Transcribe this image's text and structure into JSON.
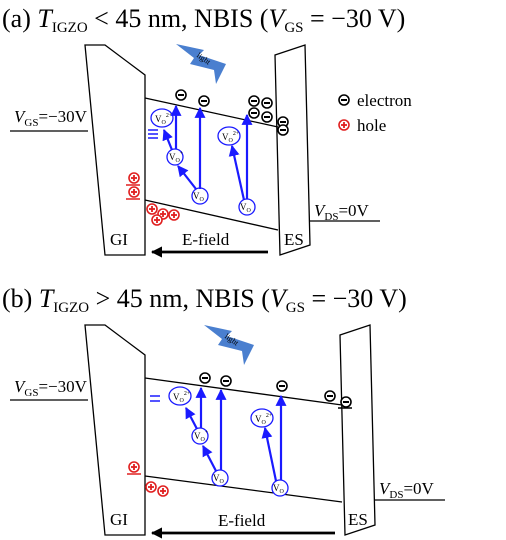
{
  "panels": [
    {
      "id": "a",
      "title": {
        "prefix": "(a) ",
        "t": "T",
        "t_sub": "IGZO",
        "cond": " < 45 nm, NBIS (",
        "v": "V",
        "v_sub": "GS",
        "bias": " = −30 V)"
      },
      "vgs_label": {
        "v": "V",
        "sub": "GS",
        "val": "=−30V"
      },
      "vds_label": {
        "v": "V",
        "sub": "DS",
        "val": "=0V"
      },
      "gi_label": "GI",
      "es_label": "ES",
      "efield_label": "E-field",
      "light_label": "light",
      "legend": {
        "electron": "electron",
        "hole": "hole"
      }
    },
    {
      "id": "b",
      "title": {
        "prefix": "(b) ",
        "t": "T",
        "t_sub": "IGZO",
        "cond": " > 45 nm, NBIS (",
        "v": "V",
        "v_sub": "GS",
        "bias": " = −30 V)"
      },
      "vgs_label": {
        "v": "V",
        "sub": "GS",
        "val": "=−30V"
      },
      "vds_label": {
        "v": "V",
        "sub": "DS",
        "val": "=0V"
      },
      "gi_label": "GI",
      "es_label": "ES",
      "efield_label": "E-field",
      "light_label": "light"
    }
  ],
  "vacancy_labels": {
    "vo": "V",
    "vo_sub": "O",
    "vo1": "+",
    "vo2": "2+"
  },
  "colors": {
    "electron": "#000000",
    "hole": "#e02020",
    "transition": "#1a1aff",
    "light": "#4a7fcf"
  }
}
